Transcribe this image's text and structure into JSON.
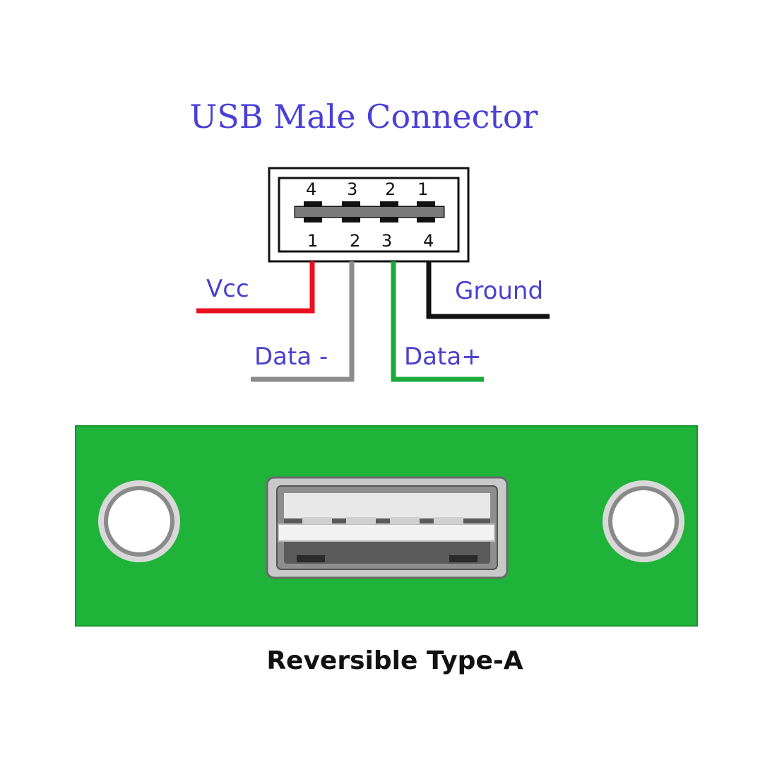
{
  "title": "USB Male Connector",
  "pins_top": [
    "4",
    "3",
    "2",
    "1"
  ],
  "pins_bottom": [
    "1",
    "2",
    "3",
    "4"
  ],
  "wires": {
    "vcc": {
      "label": "Vcc",
      "color": "#e8101c"
    },
    "data_minus": {
      "label": "Data -",
      "color": "#8c8c8c"
    },
    "data_plus": {
      "label": "Data+",
      "color": "#1aaa3a"
    },
    "ground": {
      "label": "Ground",
      "color": "#111111"
    }
  },
  "board_color": "#1fb33a",
  "caption": "Reversible Type-A"
}
